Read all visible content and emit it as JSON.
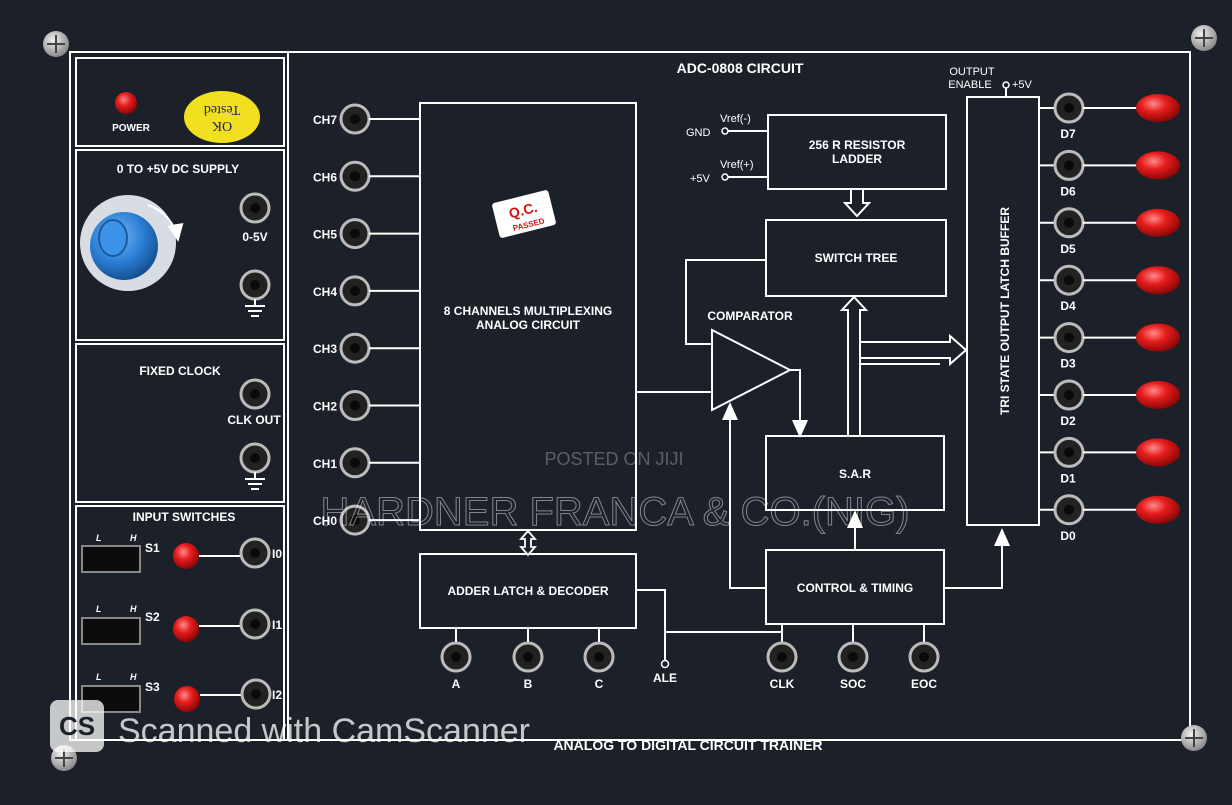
{
  "panel": {
    "title": "ADC-0808 CIRCUIT",
    "footer": "ANALOG TO DIGITAL CIRCUIT TRAINER"
  },
  "left_panel": {
    "power_label": "POWER",
    "sticker_line1": "OK",
    "sticker_line2": "Tested",
    "supply_title": "0 TO +5V DC SUPPLY",
    "supply_out_label": "0-5V",
    "clock_title": "FIXED CLOCK",
    "clock_out_label": "CLK OUT",
    "switches_title": "INPUT SWITCHES",
    "switches": [
      {
        "name": "S1",
        "l": "L",
        "h": "H",
        "out": "I0"
      },
      {
        "name": "S2",
        "l": "L",
        "h": "H",
        "out": "I1"
      },
      {
        "name": "S3",
        "l": "L",
        "h": "H",
        "out": "I2"
      }
    ]
  },
  "channels": [
    "CH7",
    "CH6",
    "CH5",
    "CH4",
    "CH3",
    "CH2",
    "CH1",
    "CH0"
  ],
  "blocks": {
    "mux_line1": "8 CHANNELS MULTIPLEXING",
    "mux_line2": "ANALOG CIRCUIT",
    "qc_line1": "Q.C.",
    "qc_line2": "PASSED",
    "resistor_line1": "256 R RESISTOR",
    "resistor_line2": "LADDER",
    "switch_tree": "SWITCH TREE",
    "comparator": "COMPARATOR",
    "sar": "S.A.R",
    "control": "CONTROL & TIMING",
    "adder": "ADDER LATCH & DECODER",
    "buffer": "TRI STATE OUTPUT LATCH BUFFER"
  },
  "references": {
    "vref_minus": "Vref(-)",
    "gnd": "GND",
    "vref_plus": "Vref(+)",
    "plus5v": "+5V",
    "output_enable_line1": "OUTPUT",
    "output_enable_line2": "ENABLE",
    "enable_supply": "+5V"
  },
  "outputs": [
    "D7",
    "D6",
    "D5",
    "D4",
    "D3",
    "D2",
    "D1",
    "D0"
  ],
  "bottom_terminals": [
    "A",
    "B",
    "C",
    "ALE",
    "CLK",
    "SOC",
    "EOC"
  ],
  "watermarks": {
    "posted": "POSTED ON JIJI",
    "company": "HARDNER FRANCA & CO.(NIG)",
    "scanner": "Scanned with CamScanner",
    "scanner_logo": "CS"
  },
  "colors": {
    "panel": "#1c2029",
    "line": "#ffffff",
    "led": "#e01818",
    "knob": "#2a7fd6",
    "sticker": "#f0e020",
    "qc_badge": "#ffffff",
    "qc_text": "#d01010"
  }
}
